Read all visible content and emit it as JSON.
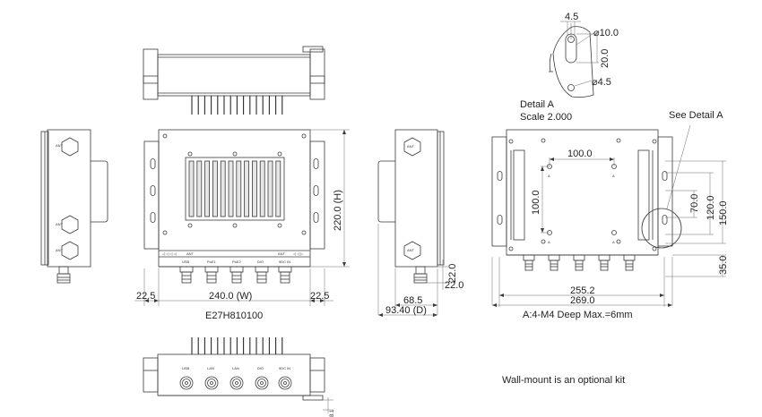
{
  "front_view": {
    "width_dim": "240.0 (W)",
    "height_dim": "220.0 (H)",
    "left_margin_dim": "22.5",
    "right_margin_dim": "22.5",
    "model": "E27H810100",
    "port_labels": [
      "USB",
      "PoE1",
      "PoE2",
      "DIO",
      "9DC IN"
    ],
    "antenna_left": "ANT",
    "antenna_right": "ANT"
  },
  "side_view": {
    "depth_dim": "93.40 (D)",
    "inner_dim": "68.5",
    "connector_dim": "22.0"
  },
  "bottom_view": {
    "port_labels": [
      "USB",
      "LAN",
      "LAN",
      "DIO",
      "9DC IN"
    ],
    "offset_dim": "8.1"
  },
  "rear_view": {
    "hole_spacing_h": "100.0",
    "hole_spacing_v": "100.0",
    "hole_label": "A",
    "slot_spacing_70": "70.0",
    "slot_spacing_120": "120.0",
    "slot_spacing_150": "150.0",
    "bottom_dim_35": "35.0",
    "width_255": "255.2",
    "width_269": "269.0",
    "mount_note": "A:4-M4 Deep Max.=6mm",
    "see_detail": "See Detail A"
  },
  "detail_a": {
    "title": "Detail A",
    "scale": "Scale 2.000",
    "dim_top": "4.5",
    "dim_dia": "⌀10.0",
    "dim_slot": "20.0",
    "dim_bottom": "⌀4.5"
  },
  "wall_mount_note": "Wall-mount is an optional kit"
}
